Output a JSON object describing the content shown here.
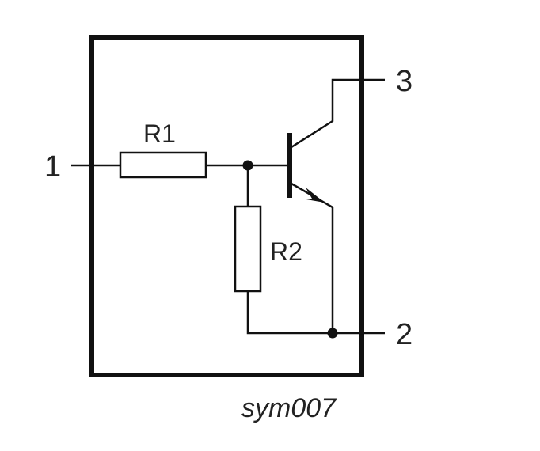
{
  "diagram": {
    "pins": {
      "base_input": "1",
      "emitter": "2",
      "collector": "3"
    },
    "components": {
      "r1": "R1",
      "r2": "R2"
    },
    "caption": "sym007"
  }
}
